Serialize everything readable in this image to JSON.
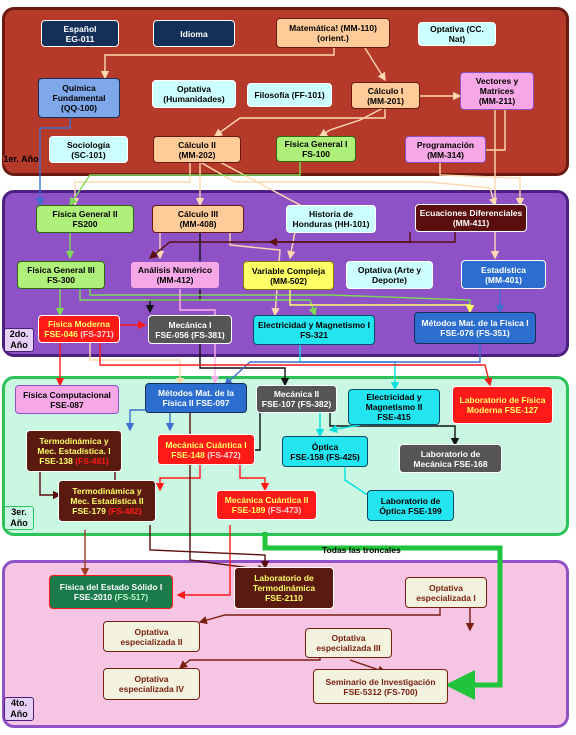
{
  "years": {
    "y1": "1er. Año",
    "y2": "2do. Año",
    "y3": "3er. Año",
    "y4": "4to. Año"
  },
  "colors": {
    "year1_bg": "#b53a2a",
    "year2_bg": "#8e52c6",
    "year3_bg": "#c9f7e1",
    "year4_bg": "#f6c5e4",
    "green_arrow": "#1fc43a"
  },
  "nodes": {
    "espanol": {
      "l1": "Español",
      "l2": "EG-011"
    },
    "idioma": {
      "l1": "Idioma"
    },
    "matematica": {
      "l1": "Matemática! (MM-110)",
      "l2": "(orient.)"
    },
    "optativa_ccnat": {
      "l1": "Optativa (CC. Nat)"
    },
    "quimica": {
      "l1": "Química",
      "l2": "Fundamental",
      "l3": "(QQ-100)"
    },
    "optativa_hum": {
      "l1": "Optativa",
      "l2": "(Humanidades)"
    },
    "filosofia": {
      "l1": "Filosofía (FF-101)"
    },
    "calculo1": {
      "l1": "Cálculo I",
      "l2": "(MM-201)"
    },
    "vectores": {
      "l1": "Vectores y",
      "l2": "Matrices",
      "l3": "(MM-211)"
    },
    "sociologia": {
      "l1": "Sociología",
      "l2": "(SC-101)"
    },
    "calculo2": {
      "l1": "Cálculo II",
      "l2": "(MM-202)"
    },
    "fisgen1": {
      "l1": "Física General I",
      "l2": "FS-100"
    },
    "programacion": {
      "l1": "Programación",
      "l2": "(MM-314)"
    },
    "fisgen2": {
      "l1": "Física General II",
      "l2": "FS200"
    },
    "calculo3": {
      "l1": "Cálculo III",
      "l2": "(MM-408)"
    },
    "historia": {
      "l1": "Historia de",
      "l2": "Honduras (HH-101)"
    },
    "ecuaciones": {
      "l1": "Ecuaciones Diferenciales",
      "l2": "(MM-411)"
    },
    "fisgen3": {
      "l1": "Física General III",
      "l2": "FS-300"
    },
    "analisis": {
      "l1": "Análisis Numérico",
      "l2": "(MM-412)"
    },
    "variable": {
      "l1": "Variable Compleja",
      "l2": "(MM-502)"
    },
    "optativa_arte": {
      "l1": "Optativa (Arte y",
      "l2": "Deporte)"
    },
    "estadistica": {
      "l1": "Estadística",
      "l2": "(MM-401)"
    },
    "fismoderna": {
      "l1": "Física Moderna",
      "l2a": "FSE-046",
      "l2b": "(FS-371)"
    },
    "mecanica1": {
      "l1": "Mecánica I",
      "l2": "FSE-056 (FS-381)"
    },
    "electmag1": {
      "l1": "Electricidad y Magnetismo I",
      "l2": "FS-321"
    },
    "metodos1": {
      "l1": "Métodos Mat. de la Física I",
      "l2": "FSE-076 (FS-351)"
    },
    "fiscomp": {
      "l1": "Física Computacional",
      "l2": "FSE-087"
    },
    "metodos2": {
      "l1": "Métodos Mat. de la",
      "l2": "Física II FSE-097"
    },
    "mecanica2": {
      "l1": "Mecánica II",
      "l2": "FSE-107 (FS-382)"
    },
    "electmag2": {
      "l1": "Electricidad y",
      "l2": "Magnetismo II",
      "l3": "FSE-415"
    },
    "labmoderna": {
      "l1": "Laboratorio de Física",
      "l2": "Moderna FSE-127"
    },
    "termo1": {
      "l1": "Termodinámica y",
      "l2": "Mec. Estadística. I",
      "l3a": "FSE-138",
      "l3b": "(FS-481)"
    },
    "cuantica1": {
      "l1": "Mecánica Cuántica I",
      "l2a": "FSE-148",
      "l2b": "(FS-472)"
    },
    "optica": {
      "l1": "Óptica",
      "l2": "FSE-158 (FS-425)"
    },
    "labmecanica": {
      "l1": "Laboratorio de",
      "l2": "Mecánica FSE-168"
    },
    "termo2": {
      "l1": "Termodinámica y",
      "l2": "Mec. Estadística II",
      "l3a": "FSE-179",
      "l3b": "(FS-482)"
    },
    "cuantica2": {
      "l1": "Mecánica Cuántica II",
      "l2a": "FSE-189",
      "l2b": "(FS-473)"
    },
    "laboptica": {
      "l1": "Laboratorio de",
      "l2": "Óptica FSE-199"
    },
    "troncales": {
      "l1": "Todas las troncales"
    },
    "solido": {
      "l1": "Física del Estado Sólido I",
      "l2a": "FSE-2010",
      "l2b": "(FS-517)"
    },
    "labtermo": {
      "l1": "Laboratorio de",
      "l2": "Termodinámica",
      "l3": "FSE-2110"
    },
    "opt_esp1": {
      "l1": "Optativa",
      "l2": "especializada I"
    },
    "opt_esp2": {
      "l1": "Optativa",
      "l2": "especializada II"
    },
    "opt_esp3": {
      "l1": "Optativa",
      "l2": "especializada III"
    },
    "opt_esp4": {
      "l1": "Optativa",
      "l2": "especializada IV"
    },
    "seminario": {
      "l1": "Seminario de Investigación",
      "l2a": "FSE-5312",
      "l2b": "(FS-700)"
    }
  }
}
